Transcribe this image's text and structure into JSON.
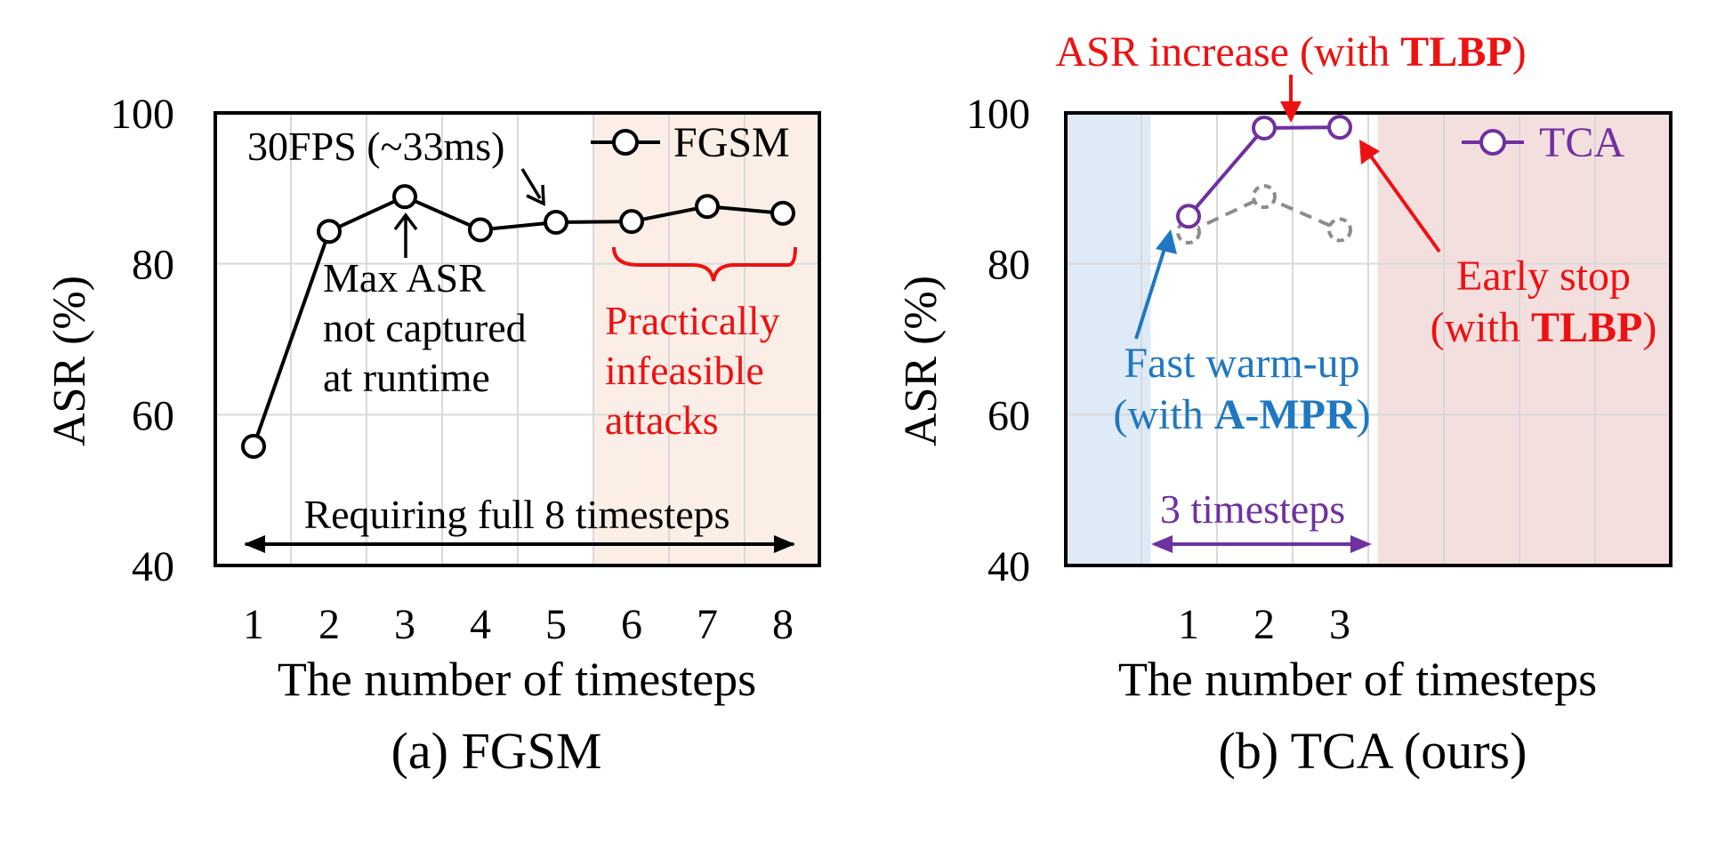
{
  "colors": {
    "black": "#000000",
    "grid": "#d9d9d9",
    "fgsm_region": "#fbeee6",
    "tca_region": "#f4dfdf",
    "warmup_region": "#deebf7",
    "red": "#ee1111",
    "blue": "#1f78c1",
    "purple": "#7030a0",
    "gray": "#8c8c8c"
  },
  "chart_data": [
    {
      "type": "line",
      "panel_caption": "(a) FGSM",
      "xlabel": "The number of timesteps",
      "ylabel": "ASR (%)",
      "x": [
        1,
        2,
        3,
        4,
        5,
        6,
        7,
        8
      ],
      "ylim": [
        40,
        100
      ],
      "yticks": [
        "40",
        "60",
        "80",
        "100"
      ],
      "xticks": [
        "1",
        "2",
        "3",
        "4",
        "5",
        "6",
        "7",
        "8"
      ],
      "grid": true,
      "legend_position": "top-right",
      "series": [
        {
          "name": "FGSM",
          "values": [
            55.8,
            84.3,
            88.9,
            84.5,
            85.5,
            85.6,
            87.6,
            86.7
          ],
          "color": "#000000"
        }
      ],
      "annotations": {
        "fps": "30FPS (~33ms)",
        "max_asr": [
          "Max ASR",
          "not captured",
          "at runtime"
        ],
        "infeasible": [
          "Practically",
          "infeasible",
          "attacks"
        ],
        "range_label": "Requiring full 8 timesteps"
      },
      "shaded_region_x": [
        5.5,
        8.5
      ]
    },
    {
      "type": "line",
      "panel_caption": "(b) TCA (ours)",
      "xlabel": "The number of timesteps",
      "ylabel": "ASR (%)",
      "x": [
        1,
        2,
        3
      ],
      "ylim": [
        40,
        100
      ],
      "yticks": [
        "40",
        "60",
        "80",
        "100"
      ],
      "xticks": [
        "1",
        "2",
        "3"
      ],
      "grid": true,
      "legend_position": "top-right",
      "series": [
        {
          "name": "TCA",
          "values": [
            86.3,
            98.0,
            98.1
          ],
          "color": "#7030a0"
        },
        {
          "values": [
            84.2,
            88.9,
            84.5
          ],
          "color": "#8c8c8c",
          "style": "dashed"
        }
      ],
      "annotations": {
        "asr_increase_prefix": "ASR increase (with ",
        "asr_increase_bold": "TLBP",
        "asr_increase_suffix": ")",
        "early_stop": "Early stop",
        "early_stop_with": "(with ",
        "early_stop_bold": "TLBP",
        "early_stop_suffix": ")",
        "warmup": "Fast warm-up",
        "warmup_with": "(with ",
        "warmup_bold": "A-MPR",
        "warmup_suffix": ")",
        "range_label": "3 timesteps"
      }
    }
  ]
}
